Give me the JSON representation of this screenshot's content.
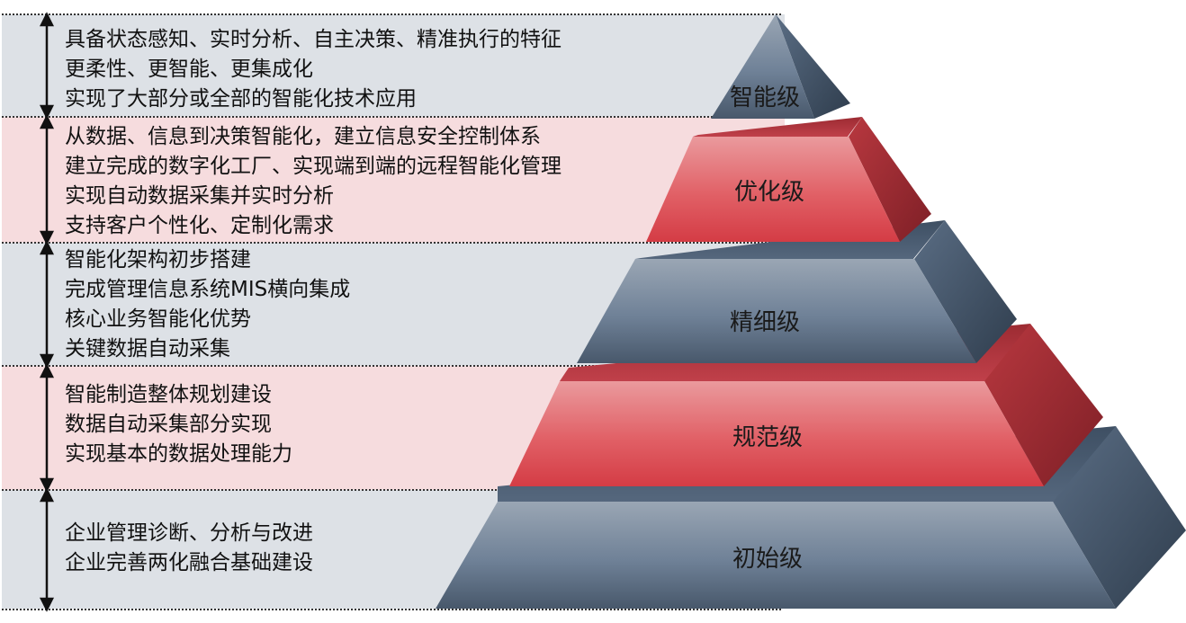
{
  "levels": [
    {
      "name": "智能级",
      "lines": [
        "具备状态感知、实时分析、自主决策、精准执行的特征",
        "更柔性、更智能、更集成化",
        "实现了大部分或全部的智能化技术应用"
      ]
    },
    {
      "name": "优化级",
      "lines": [
        "从数据、信息到决策智能化，建立信息安全控制体系",
        "建立完成的数字化工厂、实现端到端的远程智能化管理",
        "实现自动数据采集并实时分析",
        "支持客户个性化、定制化需求"
      ]
    },
    {
      "name": "精细级",
      "lines": [
        "智能化架构初步搭建",
        "完成管理信息系统MIS横向集成",
        "核心业务智能化优势",
        "关键数据自动采集"
      ]
    },
    {
      "name": "规范级",
      "lines": [
        "智能制造整体规划建设",
        "数据自动采集部分实现",
        "实现基本的数据处理能力"
      ]
    },
    {
      "name": "初始级",
      "lines": [
        "企业管理诊断、分析与改进",
        "企业完善两化融合基础建设"
      ]
    }
  ],
  "colors": {
    "gray_band": "#dde1e6",
    "pink_band": "#f6dcde",
    "slate_tier": "#5b6f86",
    "red_tier": "#d84a52"
  }
}
